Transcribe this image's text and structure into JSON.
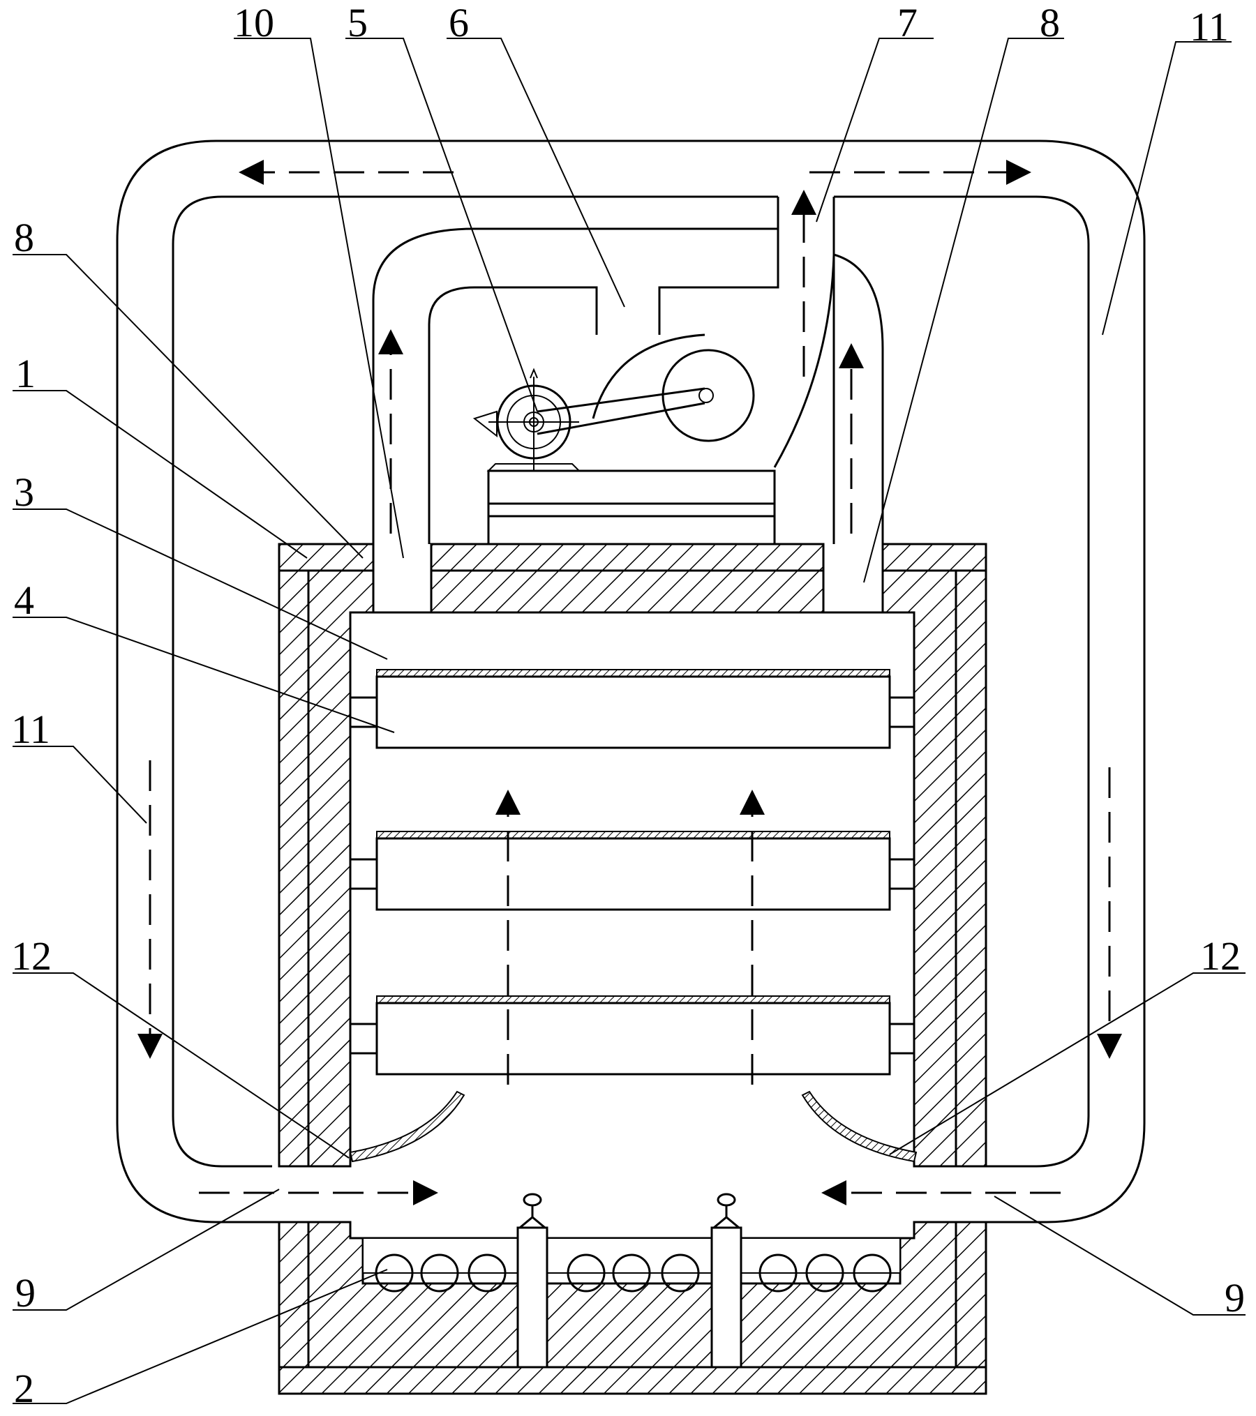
{
  "diagram": {
    "labels": {
      "l10": "10",
      "l5": "5",
      "l6": "6",
      "l7": "7",
      "l8_top": "8",
      "l11_right": "11",
      "l8_left": "8",
      "l1": "1",
      "l3": "3",
      "l4": "4",
      "l11_left": "11",
      "l12_left": "12",
      "l12_right": "12",
      "l9_left": "9",
      "l9_right": "9",
      "l2": "2"
    }
  }
}
